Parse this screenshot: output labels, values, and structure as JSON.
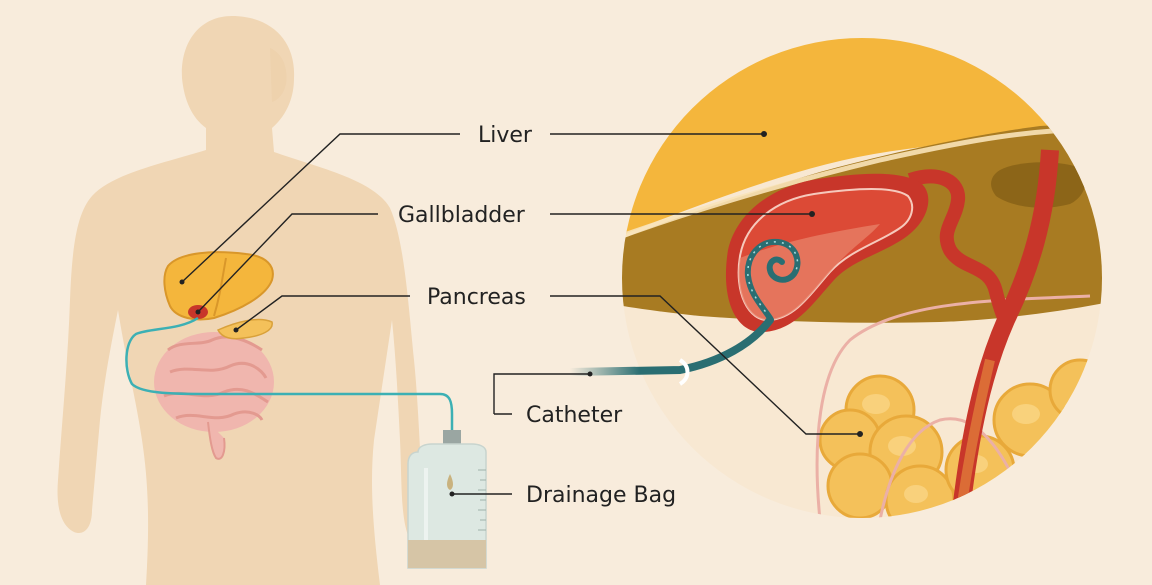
{
  "labels": {
    "liver": "Liver",
    "gallbladder": "Gallbladder",
    "pancreas": "Pancreas",
    "catheter": "Catheter",
    "drainage_bag": "Drainage Bag"
  },
  "colors": {
    "background": "#f8ecdc",
    "body_silhouette": "#f0d6b4",
    "liver": "#f4b63c",
    "liver_section": "#a87b22",
    "gallbladder": "#c8362a",
    "gallbladder_fluid": "#dc4a36",
    "pancreas": "#f4c15a",
    "intestines": "#f0b6ae",
    "catheter": "#2a6e72",
    "drainage_tube": "#3cb0b4",
    "bag": "#dde8e2",
    "bag_fluid": "#d6c5a6",
    "leader_line": "#222222"
  }
}
